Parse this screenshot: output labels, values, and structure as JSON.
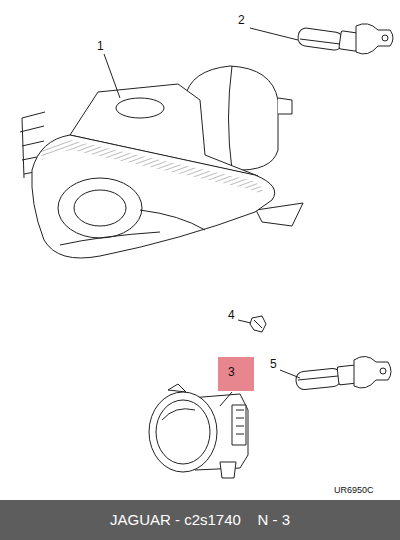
{
  "diagram": {
    "caption": "JAGUAR - c2s1740    N - 3",
    "nodes": [
      {
        "text": [
          "3"
        ]
      }
    ],
    "edges": [],
    "labels": [
      "1",
      "2",
      "4",
      "5",
      "UR6950C"
    ]
  }
}
